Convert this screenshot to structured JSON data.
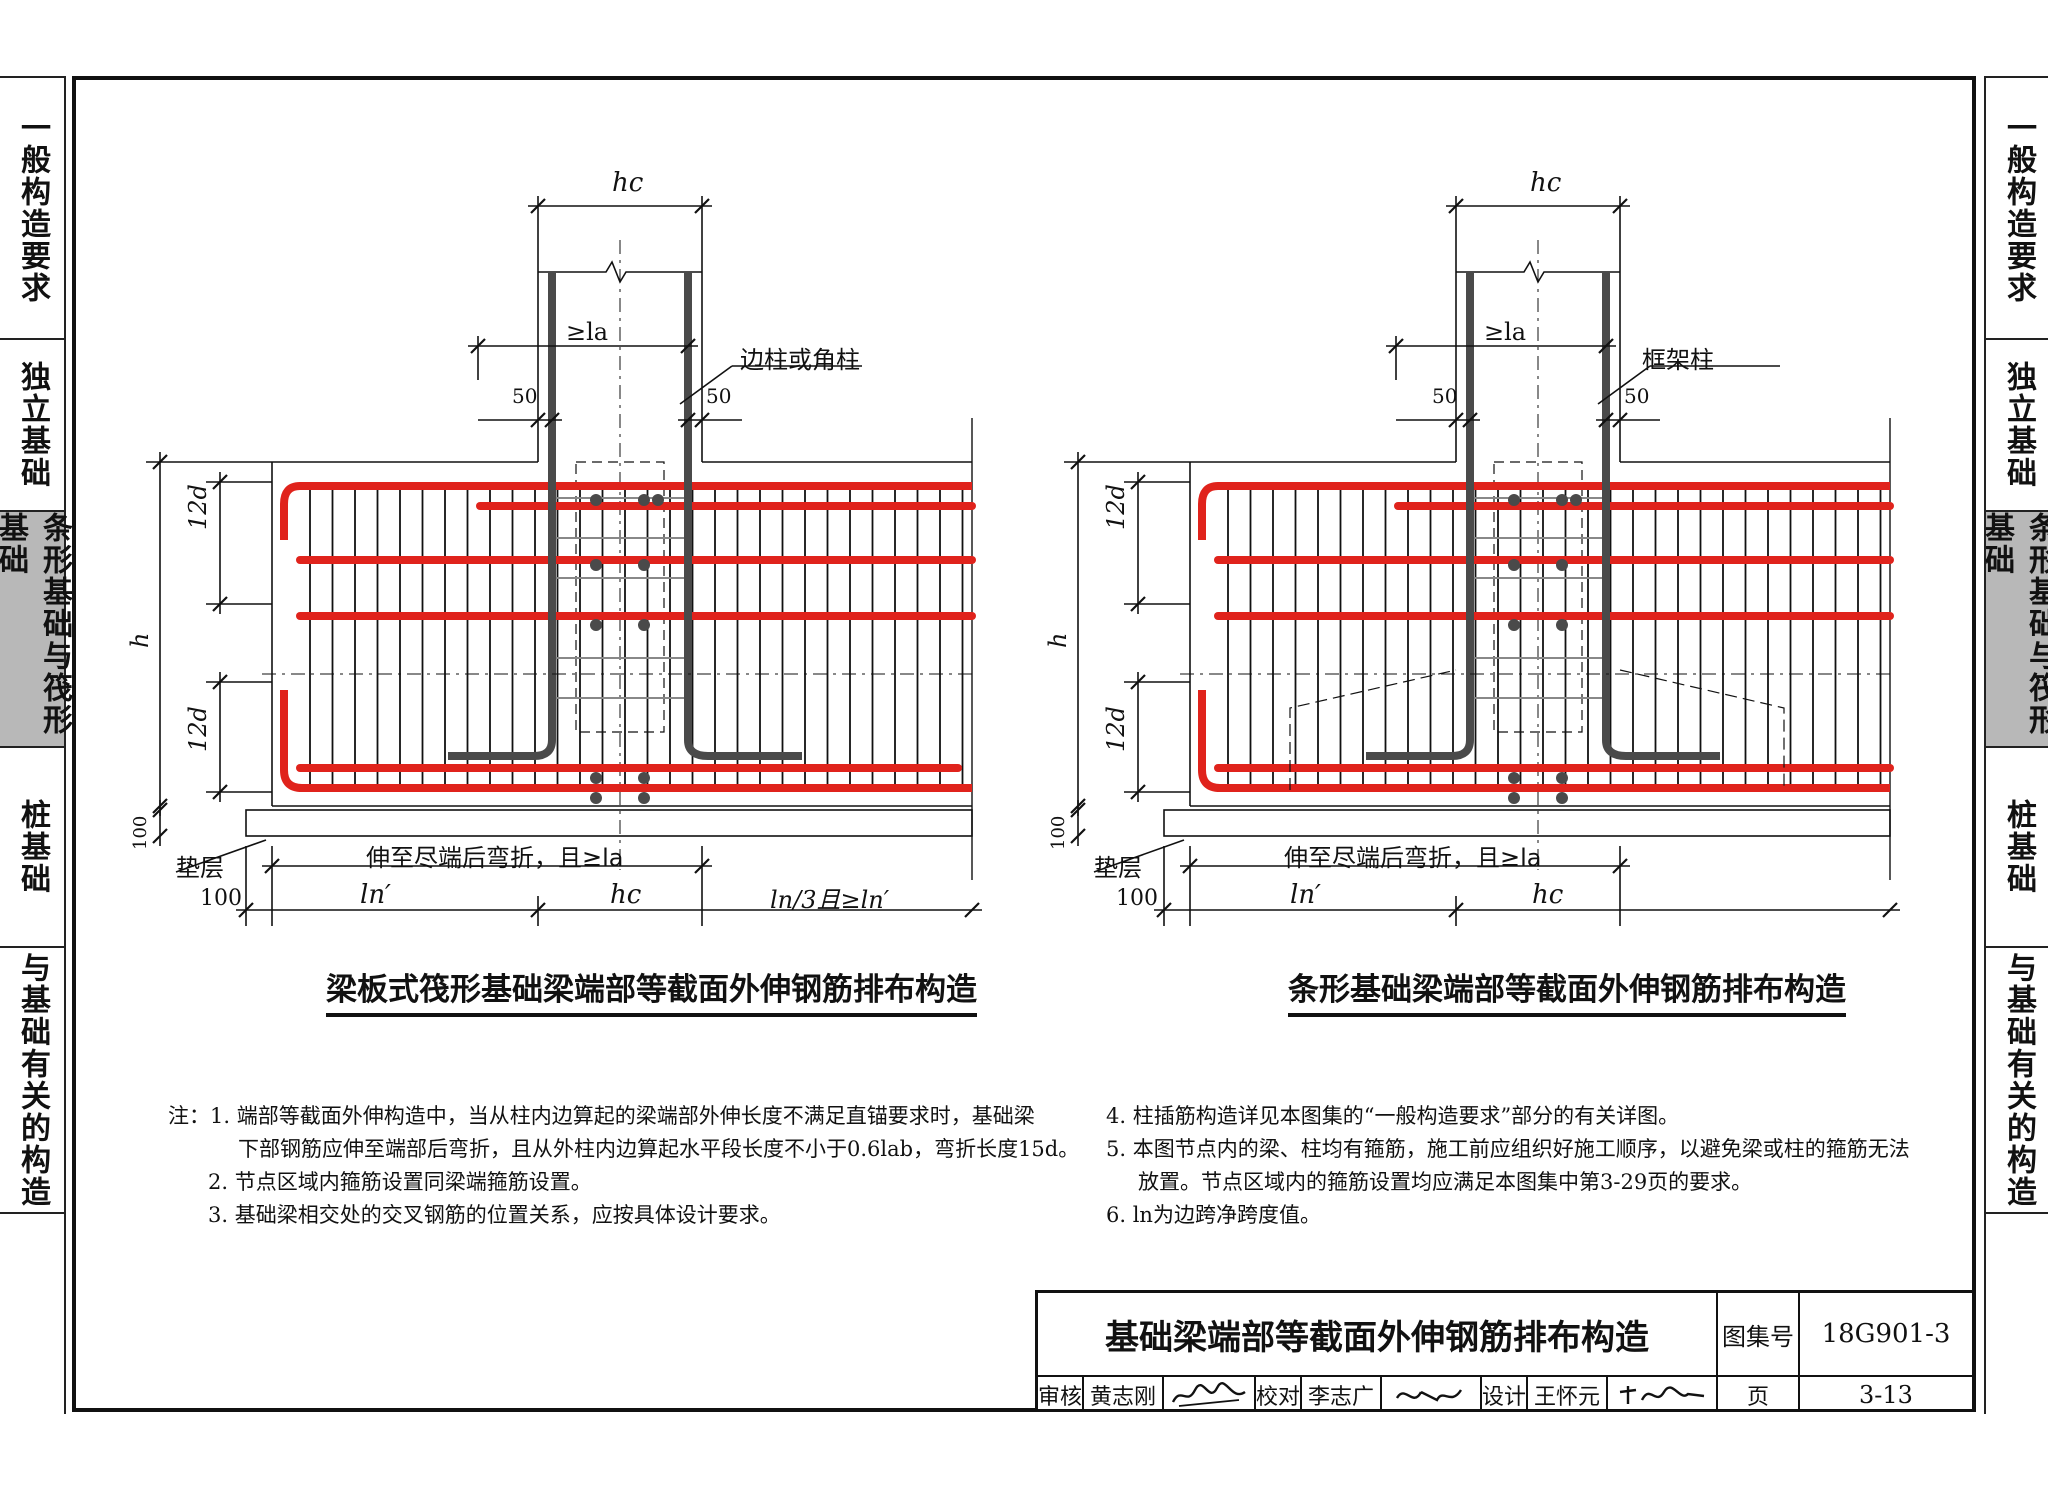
{
  "side_tabs": {
    "left": [
      {
        "label": "一般构造要求",
        "active": false
      },
      {
        "label": "独立基础",
        "active": false
      },
      {
        "label": "条形基础与筏形基础",
        "active": true
      },
      {
        "label": "桩基础",
        "active": false
      },
      {
        "label": "与基础有关的构造",
        "active": false
      }
    ],
    "right": [
      {
        "label": "一般构造要求",
        "active": false
      },
      {
        "label": "独立基础",
        "active": false
      },
      {
        "label": "条形基础与筏形基础",
        "active": true
      },
      {
        "label": "桩基础",
        "active": false
      },
      {
        "label": "与基础有关的构造",
        "active": false
      }
    ]
  },
  "left_diagram": {
    "caption": "梁板式筏形基础梁端部等截面外伸钢筋排布构造",
    "column_label": "边柱或角柱",
    "hc_top": "hc",
    "anchor_label": "≥la",
    "dim_50_left": "50",
    "dim_50_right": "50",
    "dim_12d_top": "12d",
    "dim_12d_bottom": "12d",
    "dim_h": "h",
    "dim_100_vertical": "100",
    "cushion_label": "垫层",
    "dim_100_horizontal": "100",
    "bend_label": "伸至尽端后弯折，且≥la",
    "dim_ln_prime": "ln′",
    "dim_hc_bottom": "hc",
    "dim_ln3": "ln/3且≥ln′"
  },
  "right_diagram": {
    "caption": "条形基础梁端部等截面外伸钢筋排布构造",
    "column_label": "框架柱",
    "hc_top": "hc",
    "anchor_label": "≥la",
    "dim_50_left": "50",
    "dim_50_right": "50",
    "dim_12d_top": "12d",
    "dim_12d_bottom": "12d",
    "dim_h": "h",
    "dim_100_vertical": "100",
    "cushion_label": "垫层",
    "dim_100_horizontal": "100",
    "bend_label": "伸至尽端后弯折，且≥la",
    "dim_ln_prime": "ln′",
    "dim_hc_bottom": "hc"
  },
  "notes": {
    "left": [
      "注：1. 端部等截面外伸构造中，当从柱内边算起的梁端部外伸长度不满足直锚要求时，基础梁",
      "下部钢筋应伸至端部后弯折，且从外柱内边算起水平段长度不小于0.6lab，弯折长度15d。",
      "2. 节点区域内箍筋设置同梁端箍筋设置。",
      "3. 基础梁相交处的交叉钢筋的位置关系，应按具体设计要求。"
    ],
    "right": [
      "4. 柱插筋构造详见本图集的“一般构造要求”部分的有关详图。",
      "5. 本图节点内的梁、柱均有箍筋，施工前应组织好施工顺序，以避免梁或柱的箍筋无法",
      "放置。节点区域内的箍筋设置均应满足本图集中第3-29页的要求。",
      "6. ln为边跨净跨度值。"
    ]
  },
  "title_block": {
    "title": "基础梁端部等截面外伸钢筋排布构造",
    "atlas_label": "图集号",
    "atlas_no": "18G901-3",
    "review_label": "审核",
    "reviewer": "黄志刚",
    "check_label": "校对",
    "checker": "李志广",
    "design_label": "设计",
    "designer": "王怀元",
    "page_label": "页",
    "page_no": "3-13"
  },
  "colors": {
    "rebar": "#e0231c",
    "column_bar": "#4a4a4a",
    "line": "#111111",
    "active_tab": "#b8b8b8"
  }
}
